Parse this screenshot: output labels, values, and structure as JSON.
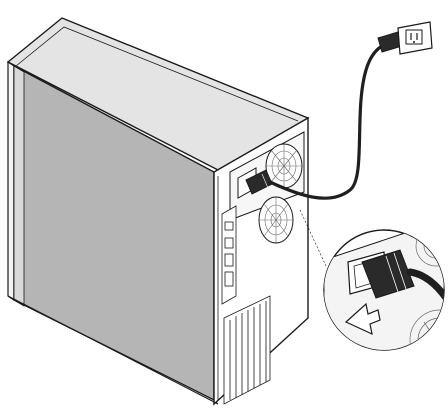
{
  "figure": {
    "kind": "illustration",
    "subject": "tower-pc-power-cord-connection"
  },
  "colors": {
    "background": "#ffffff",
    "outline": "#1a1a1a",
    "case_top": "#e4e4e4",
    "case_side": "#b5b5b5",
    "case_front_panel": "#f4f4f4",
    "back_panel": "#ffffff",
    "cord": "#1f1f1f",
    "plug": "#2a2a2a",
    "fan_grille": "#6a6a6a"
  },
  "icons": {
    "arrow": "push-arrow-icon",
    "outlet": "wall-outlet-icon",
    "magnifier": "zoom-inset-circle"
  }
}
